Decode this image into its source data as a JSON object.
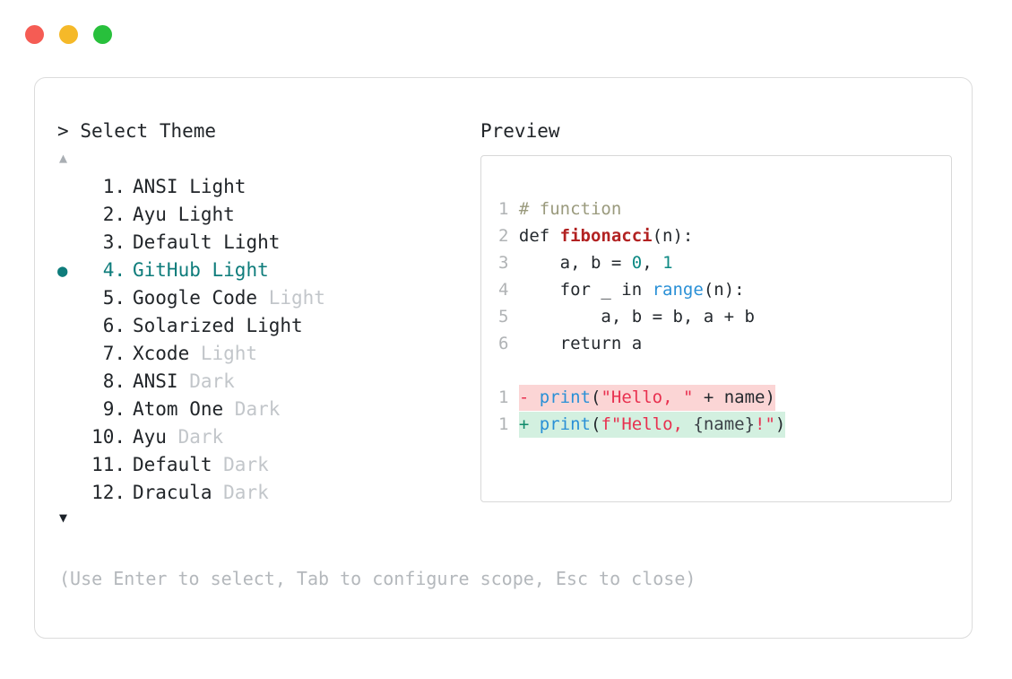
{
  "window": {
    "traffic_lights": [
      {
        "name": "close",
        "color": "#f55c54"
      },
      {
        "name": "minimize",
        "color": "#f5b929"
      },
      {
        "name": "maximize",
        "color": "#28c03c"
      }
    ]
  },
  "prompt": {
    "marker": ">",
    "title": "Select Theme",
    "scroll_up": "▲",
    "scroll_down": "▼",
    "selected_bullet": "●",
    "selected_index": 4,
    "accent_color": "#0e7c7b",
    "dim_color": "#c2c6ca"
  },
  "themes": [
    {
      "number": "1.",
      "name": "ANSI",
      "variant": "Light",
      "variant_dim": false,
      "selected": false
    },
    {
      "number": "2.",
      "name": "Ayu",
      "variant": "Light",
      "variant_dim": false,
      "selected": false
    },
    {
      "number": "3.",
      "name": "Default",
      "variant": "Light",
      "variant_dim": false,
      "selected": false
    },
    {
      "number": "4.",
      "name": "GitHub",
      "variant": "Light",
      "variant_dim": false,
      "selected": true
    },
    {
      "number": "5.",
      "name": "Google Code",
      "variant": "Light",
      "variant_dim": true,
      "selected": false
    },
    {
      "number": "6.",
      "name": "Solarized",
      "variant": "Light",
      "variant_dim": false,
      "selected": false
    },
    {
      "number": "7.",
      "name": "Xcode",
      "variant": "Light",
      "variant_dim": true,
      "selected": false
    },
    {
      "number": "8.",
      "name": "ANSI",
      "variant": "Dark",
      "variant_dim": true,
      "selected": false
    },
    {
      "number": "9.",
      "name": "Atom One",
      "variant": "Dark",
      "variant_dim": true,
      "selected": false
    },
    {
      "number": "10.",
      "name": "Ayu",
      "variant": "Dark",
      "variant_dim": true,
      "selected": false
    },
    {
      "number": "11.",
      "name": "Default",
      "variant": "Dark",
      "variant_dim": true,
      "selected": false
    },
    {
      "number": "12.",
      "name": "Dracula",
      "variant": "Dark",
      "variant_dim": true,
      "selected": false
    }
  ],
  "preview": {
    "label": "Preview",
    "code_lines": [
      {
        "num": "1",
        "tokens": [
          {
            "t": "# function",
            "c": "comment"
          }
        ]
      },
      {
        "num": "2",
        "tokens": [
          {
            "t": "def ",
            "c": "kw"
          },
          {
            "t": "fibonacci",
            "c": "fn"
          },
          {
            "t": "(n):",
            "c": "plain"
          }
        ]
      },
      {
        "num": "3",
        "tokens": [
          {
            "t": "    a, b = ",
            "c": "plain"
          },
          {
            "t": "0",
            "c": "num"
          },
          {
            "t": ", ",
            "c": "plain"
          },
          {
            "t": "1",
            "c": "num"
          }
        ]
      },
      {
        "num": "4",
        "tokens": [
          {
            "t": "    for _ in ",
            "c": "plain"
          },
          {
            "t": "range",
            "c": "builtin"
          },
          {
            "t": "(n):",
            "c": "plain"
          }
        ]
      },
      {
        "num": "5",
        "tokens": [
          {
            "t": "        a, b = b, a + b",
            "c": "plain"
          }
        ]
      },
      {
        "num": "6",
        "tokens": [
          {
            "t": "    return a",
            "c": "plain"
          }
        ]
      }
    ],
    "diff_lines": [
      {
        "num": "1",
        "kind": "del",
        "marker": "-",
        "tokens": [
          {
            "t": "print",
            "c": "builtin"
          },
          {
            "t": "(",
            "c": "plain"
          },
          {
            "t": "\"Hello, \"",
            "c": "str"
          },
          {
            "t": " + name)",
            "c": "plain"
          }
        ]
      },
      {
        "num": "1",
        "kind": "add",
        "marker": "+",
        "tokens": [
          {
            "t": "print",
            "c": "builtin"
          },
          {
            "t": "(",
            "c": "plain"
          },
          {
            "t": "f\"Hello, ",
            "c": "str"
          },
          {
            "t": "{name}",
            "c": "interp"
          },
          {
            "t": "!\"",
            "c": "str"
          },
          {
            "t": ")",
            "c": "plain"
          }
        ]
      }
    ],
    "diff_bg_del": "#fbd5d5",
    "diff_bg_add": "#d3f0e0"
  },
  "hint": "(Use Enter to select, Tab to configure scope, Esc to close)"
}
